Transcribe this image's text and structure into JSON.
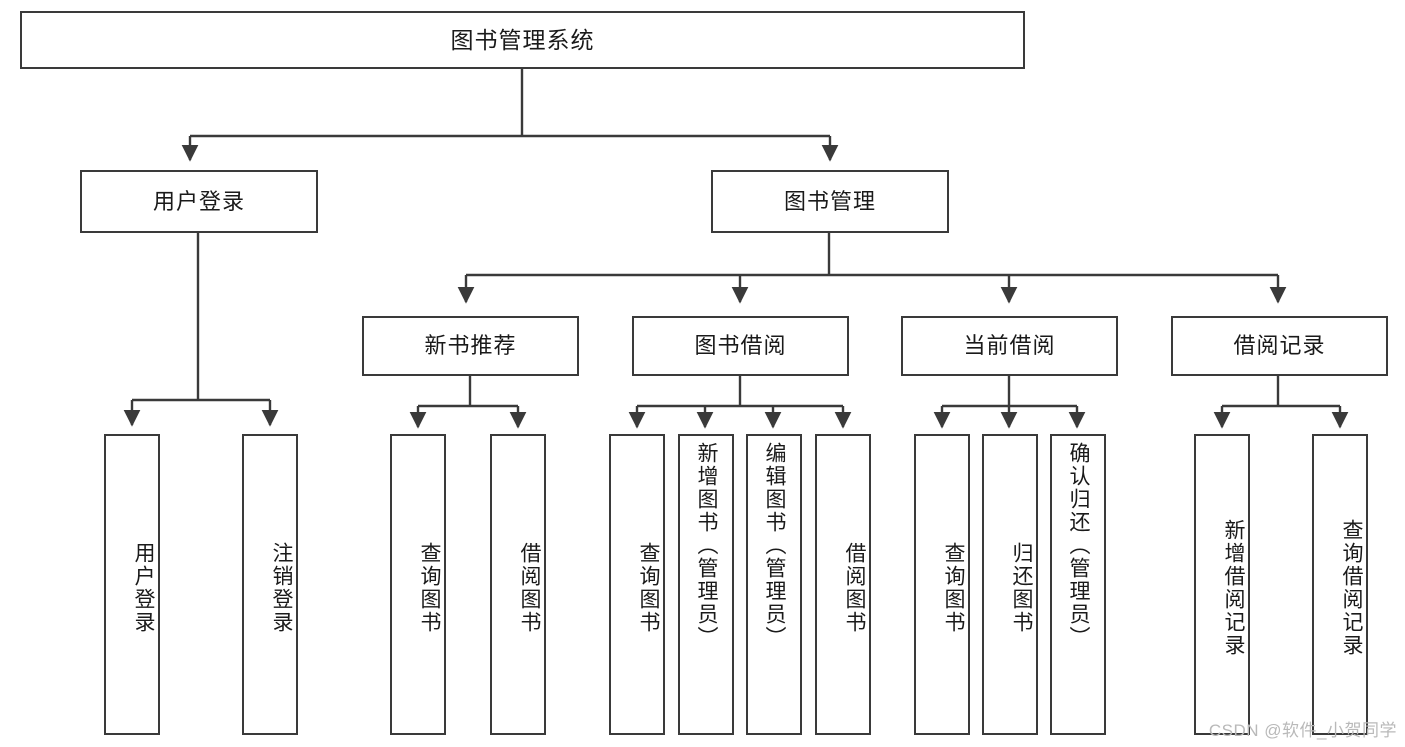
{
  "diagram": {
    "title": "图书管理系统",
    "watermark": "CSDN @软件_小贺同学",
    "line_color": "#3a3a3a",
    "box_fill": "#ffffff",
    "text_color": "#1a1a1a",
    "watermark_color": "#b9b9b9"
  },
  "nodes": {
    "root": {
      "label": "图书管理系统"
    },
    "level2": [
      {
        "label": "用户登录"
      },
      {
        "label": "图书管理"
      }
    ],
    "level3": [
      {
        "label": "新书推荐"
      },
      {
        "label": "图书借阅"
      },
      {
        "label": "当前借阅"
      },
      {
        "label": "借阅记录"
      }
    ],
    "leaves_user_login": [
      {
        "label": "用户登录"
      },
      {
        "label": "注销登录"
      }
    ],
    "leaves_new_books": [
      {
        "label": "查询图书"
      },
      {
        "label": "借阅图书"
      }
    ],
    "leaves_borrow": [
      {
        "label": "查询图书"
      },
      {
        "label": "新增图书（管理员）"
      },
      {
        "label": "编辑图书（管理员）"
      },
      {
        "label": "借阅图书"
      }
    ],
    "leaves_current": [
      {
        "label": "查询图书"
      },
      {
        "label": "归还图书"
      },
      {
        "label": "确认归还（管理员）"
      }
    ],
    "leaves_records": [
      {
        "label": "新增借阅记录"
      },
      {
        "label": "查询借阅记录"
      }
    ]
  },
  "chart_data": {
    "type": "diagram",
    "subtype": "tree-hierarchy",
    "title": "图书管理系统",
    "orientation": "top-down",
    "levels": 4,
    "tree": {
      "label": "图书管理系统",
      "children": [
        {
          "label": "用户登录",
          "children": [
            {
              "label": "用户登录",
              "children": []
            },
            {
              "label": "注销登录",
              "children": []
            }
          ]
        },
        {
          "label": "图书管理",
          "children": [
            {
              "label": "新书推荐",
              "children": [
                {
                  "label": "查询图书",
                  "children": []
                },
                {
                  "label": "借阅图书",
                  "children": []
                }
              ]
            },
            {
              "label": "图书借阅",
              "children": [
                {
                  "label": "查询图书",
                  "children": []
                },
                {
                  "label": "新增图书（管理员）",
                  "children": []
                },
                {
                  "label": "编辑图书（管理员）",
                  "children": []
                },
                {
                  "label": "借阅图书",
                  "children": []
                }
              ]
            },
            {
              "label": "当前借阅",
              "children": [
                {
                  "label": "查询图书",
                  "children": []
                },
                {
                  "label": "归还图书",
                  "children": []
                },
                {
                  "label": "确认归还（管理员）",
                  "children": []
                }
              ]
            },
            {
              "label": "借阅记录",
              "children": [
                {
                  "label": "新增借阅记录",
                  "children": []
                },
                {
                  "label": "查询借阅记录",
                  "children": []
                }
              ]
            }
          ]
        }
      ]
    }
  }
}
